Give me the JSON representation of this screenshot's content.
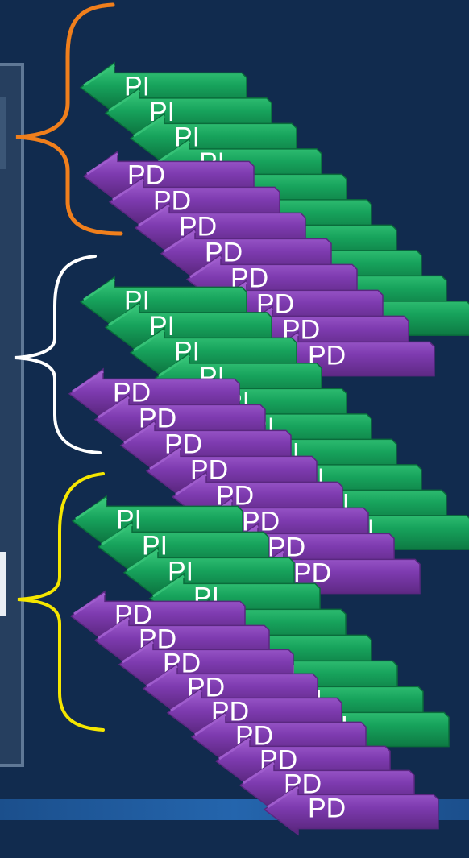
{
  "colors": {
    "background": "#112b4e",
    "pi_fill": "#119452",
    "pi_light": "#35c276",
    "pi_dark": "#0a6c3b",
    "pd_fill": "#7b3aa8",
    "pd_light": "#9f5ccd",
    "pd_dark": "#5a2780",
    "brace_top": "#f07f1c",
    "brace_middle": "#ffffff",
    "brace_bottom": "#f5e600",
    "bottom_band": "#1c5b9f",
    "left_panel": "#2a4667"
  },
  "icons": [
    "brace-orange",
    "brace-white",
    "brace-yellow",
    "arrow-left"
  ],
  "groups": [
    {
      "brace_color": "brace_top",
      "stacks": [
        {
          "kind": "PI",
          "labels": [
            "PI",
            "PI",
            "PI",
            "PI",
            "PI",
            "PI",
            "PI",
            "PI",
            "PI",
            "PI"
          ]
        },
        {
          "kind": "PD",
          "labels": [
            "PD",
            "PD",
            "PD",
            "PD",
            "PD",
            "PD",
            "PD",
            "PD"
          ]
        }
      ]
    },
    {
      "brace_color": "brace_middle",
      "stacks": [
        {
          "kind": "PI",
          "labels": [
            "PI",
            "PI",
            "PI",
            "PI",
            "PI",
            "PI",
            "PI",
            "PI",
            "PI",
            "PI"
          ]
        },
        {
          "kind": "PD",
          "labels": [
            "PD",
            "PD",
            "PD",
            "PD",
            "PD",
            "PD",
            "PD",
            "PD"
          ]
        }
      ]
    },
    {
      "brace_color": "brace_bottom",
      "stacks": [
        {
          "kind": "PI",
          "labels": [
            "PI",
            "PI",
            "PI",
            "PI",
            "PI",
            "PI",
            "PI",
            "PI",
            "PI"
          ]
        },
        {
          "kind": "PD",
          "labels": [
            "PD",
            "PD",
            "PD",
            "PD",
            "PD",
            "PD",
            "PD",
            "PD",
            "PD"
          ]
        }
      ]
    }
  ]
}
